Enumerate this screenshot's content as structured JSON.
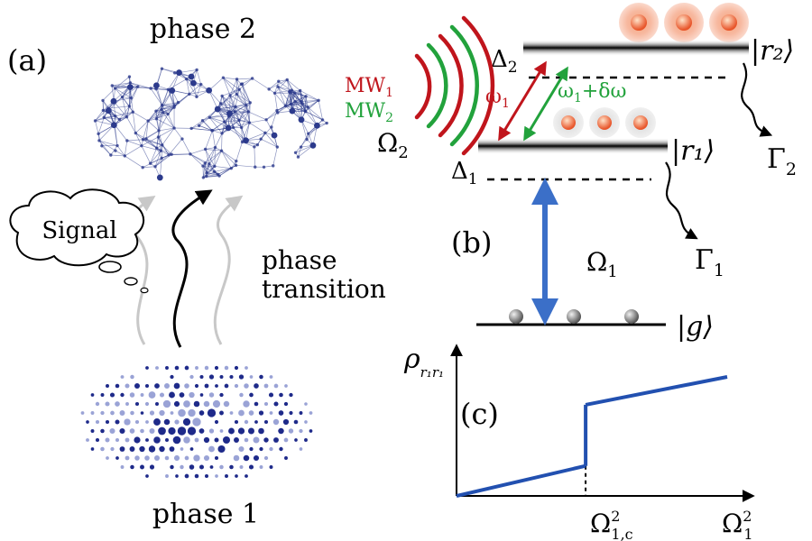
{
  "colors": {
    "level": "#000000",
    "network": "#2c3a8c",
    "lattice_dark": "#1e2a8a",
    "lattice_light": "#9aa3d6",
    "mw1": "#c0151c",
    "mw2": "#22a23c",
    "probe": "#3b6fc8",
    "plot": "#2250b0",
    "atom_ryd": "#f26a3a",
    "atom_ground": "#707070"
  },
  "panel_a": {
    "label": "(a)",
    "phase2_label": "phase 2",
    "phase1_label": "phase 1",
    "signal_label": "Signal",
    "transition_label_1": "phase",
    "transition_label_2": "transition"
  },
  "panel_b": {
    "label": "(b)",
    "state_r2": "|r₂⟩",
    "state_r1": "|r₁⟩",
    "state_g": "|g⟩",
    "delta2_base": "Δ",
    "delta2_sub": "2",
    "delta1_base": "Δ",
    "delta1_sub": "1",
    "gamma2_base": "Γ",
    "gamma2_sub": "2",
    "gamma1_base": "Γ",
    "gamma1_sub": "1",
    "omega2_base": "Ω",
    "omega2_sub": "2",
    "omega1_base": "Ω",
    "omega1_sub": "1",
    "mw1_base": "MW",
    "mw1_sub": "1",
    "mw2_base": "MW",
    "mw2_sub": "2",
    "w1_base": "ω",
    "w1_sub": "1",
    "w1dw_base": "ω",
    "w1dw_sub": "1",
    "w1dw_rest": "+δω"
  },
  "panel_c": {
    "label": "(c)",
    "ylabel_base": "ρ",
    "ylabel_sub": "r₁r₁",
    "xtick_base": "Ω",
    "xtick_sup": "2",
    "xtick_sub": "1,c",
    "xlabel_base": "Ω",
    "xlabel_sup": "2",
    "xlabel_sub": "1"
  },
  "chart_data": {
    "type": "line",
    "x_range": [
      0,
      1.3
    ],
    "y_range": [
      0,
      1.2
    ],
    "critical_x": 0.62,
    "series": [
      {
        "x": [
          0,
          0.62
        ],
        "y": [
          0,
          0.27
        ]
      },
      {
        "x": [
          0.62,
          0.62
        ],
        "y": [
          0.27,
          0.82
        ]
      },
      {
        "x": [
          0.62,
          1.3
        ],
        "y": [
          0.82,
          1.07
        ]
      }
    ]
  }
}
